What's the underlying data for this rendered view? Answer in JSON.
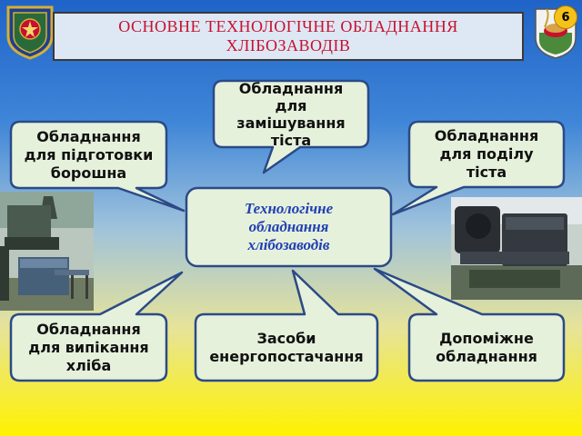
{
  "title": {
    "line1": "ОСНОВНЕ ТЕХНОЛОГІЧНЕ ОБЛАДНАННЯ",
    "line2": "ХЛІБОЗАВОДІВ"
  },
  "page_number": "6",
  "center": {
    "line1": "Технологічне",
    "line2": "обладнання",
    "line3": "хлібозаводів"
  },
  "nodes": {
    "flour_prep": [
      "Обладнання",
      "для підготовки",
      "борошна"
    ],
    "mixing": [
      "Обладнання",
      "для",
      "замішування",
      "тіста"
    ],
    "dividing": [
      "Обладнання",
      "для поділу",
      "тіста"
    ],
    "baking": [
      "Обладнання",
      "для випікання",
      "хліба"
    ],
    "energy": [
      "Засоби",
      "енергопостачання"
    ],
    "auxiliary": [
      "Допоміжне",
      "обладнання"
    ]
  },
  "colors": {
    "box_fill": "#e6f1dc",
    "box_border": "#2b4a86",
    "title_text": "#c8102e",
    "center_text": "#1f3fb3"
  },
  "icons": {
    "left_emblem": "military-shield-emblem",
    "right_emblem": "bread-wheat-emblem"
  }
}
